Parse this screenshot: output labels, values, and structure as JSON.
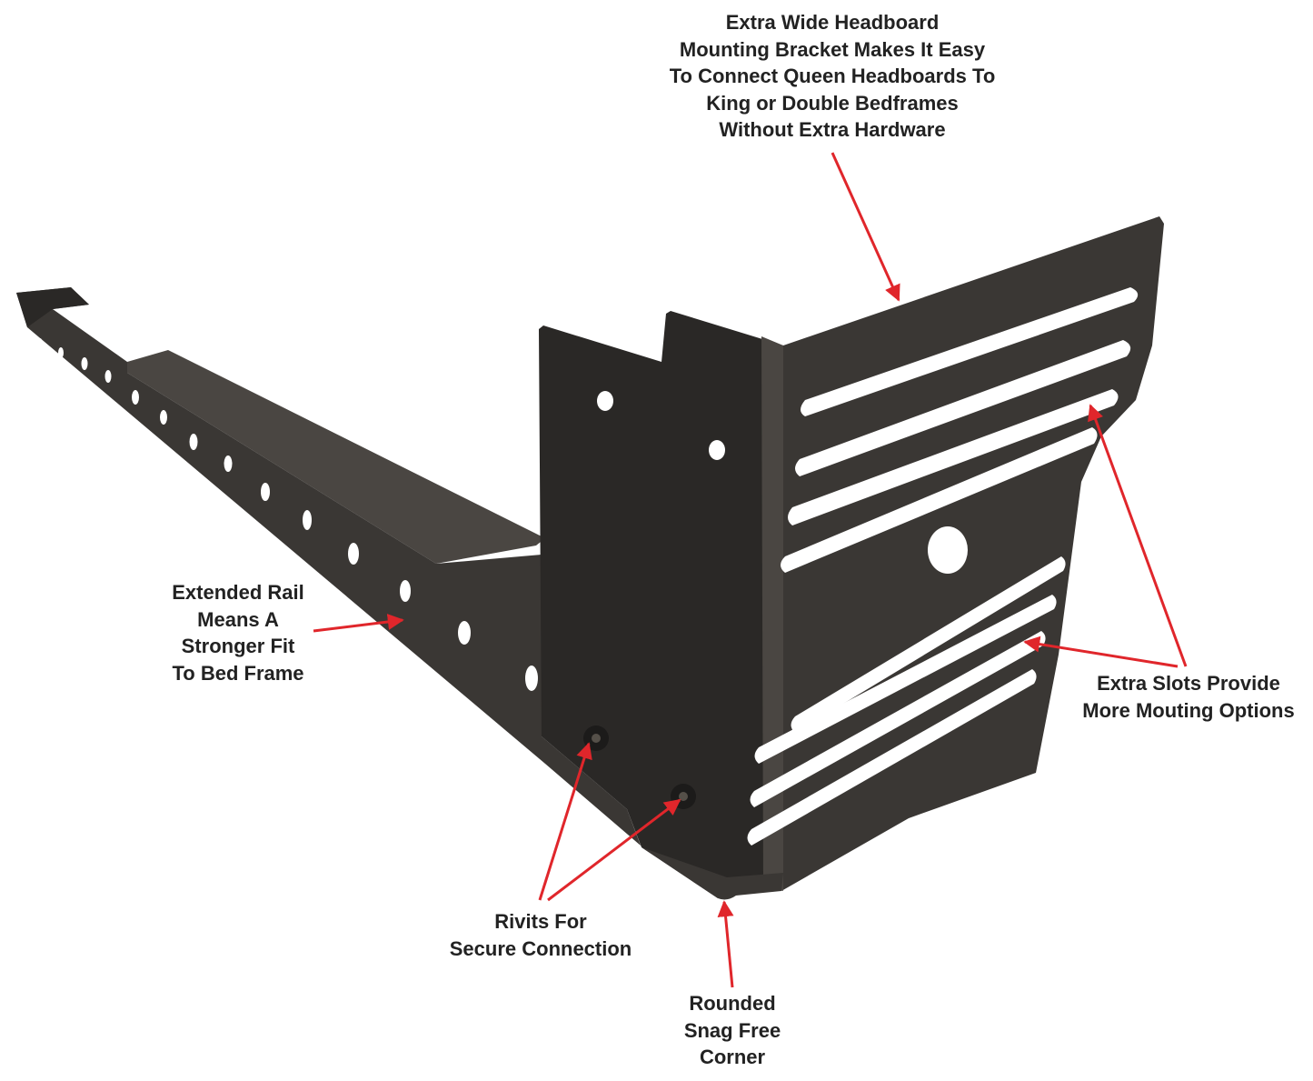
{
  "colors": {
    "arrow": "#e0262b",
    "metal": "#3a3734",
    "metal_shadow": "#2a2826",
    "metal_light": "#4a4642",
    "text": "#222222",
    "background": "#ffffff"
  },
  "callouts": {
    "headboard": {
      "lines": [
        "Extra Wide Headboard",
        "Mounting Bracket Makes It Easy",
        "To Connect Queen Headboards To",
        "King or Double Bedframes",
        "Without Extra Hardware"
      ]
    },
    "rail": {
      "lines": [
        "Extended Rail",
        "Means A",
        "Stronger Fit",
        "To Bed Frame"
      ]
    },
    "slots": {
      "lines": [
        "Extra Slots Provide",
        "More Mouting Options"
      ]
    },
    "rivits": {
      "lines": [
        "Rivits For",
        "Secure Connection"
      ]
    },
    "corner": {
      "lines": [
        "Rounded",
        "Snag Free",
        "Corner"
      ]
    }
  }
}
